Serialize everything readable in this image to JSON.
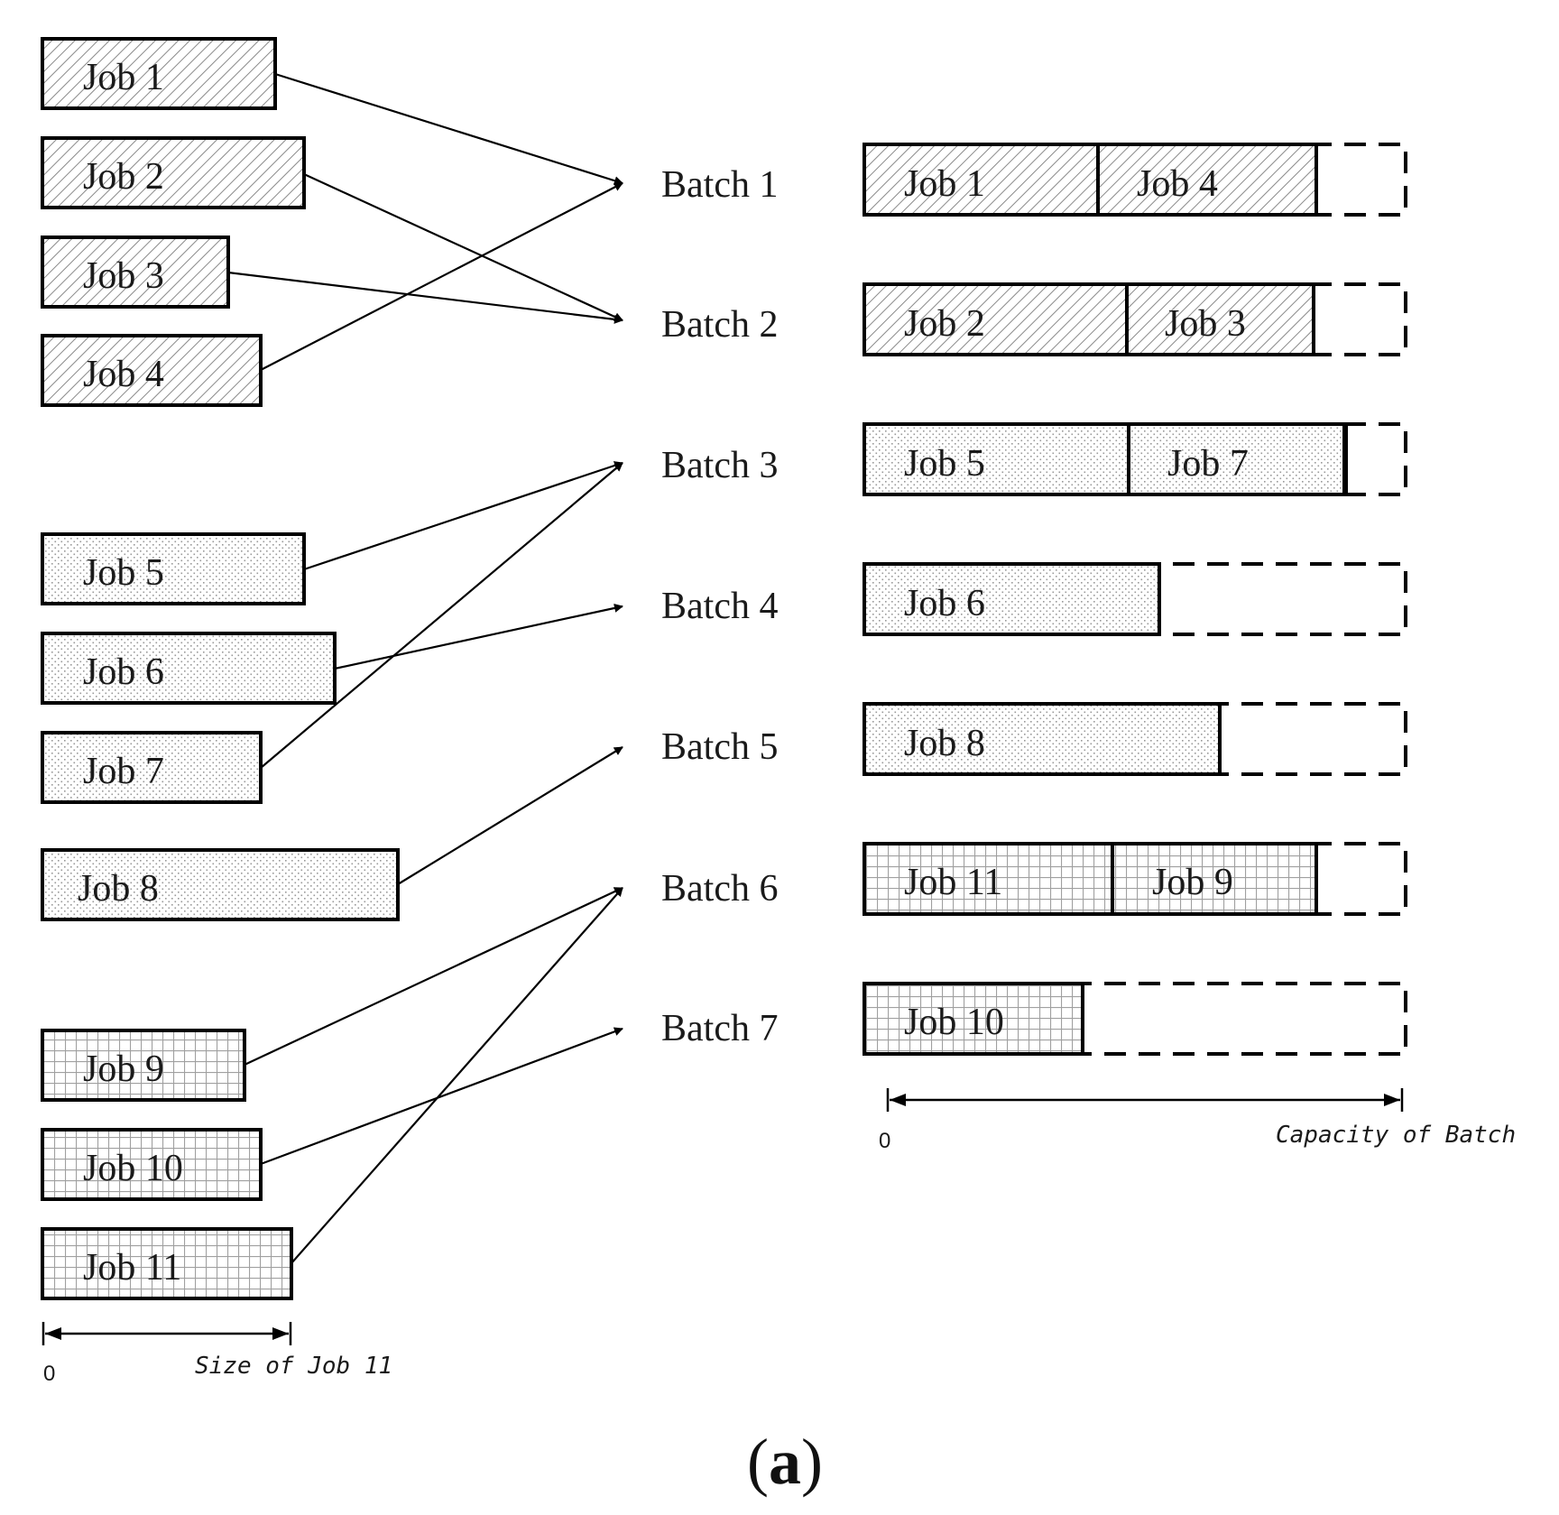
{
  "jobs": [
    {
      "id": "job-1",
      "label": "Job 1",
      "pattern": "hatch"
    },
    {
      "id": "job-2",
      "label": "Job 2",
      "pattern": "hatch"
    },
    {
      "id": "job-3",
      "label": "Job 3",
      "pattern": "hatch"
    },
    {
      "id": "job-4",
      "label": "Job 4",
      "pattern": "hatch"
    },
    {
      "id": "job-5",
      "label": "Job 5",
      "pattern": "dots"
    },
    {
      "id": "job-6",
      "label": "Job 6",
      "pattern": "dots"
    },
    {
      "id": "job-7",
      "label": "Job 7",
      "pattern": "dots"
    },
    {
      "id": "job-8",
      "label": "Job 8",
      "pattern": "dots"
    },
    {
      "id": "job-9",
      "label": "Job 9",
      "pattern": "grid"
    },
    {
      "id": "job-10",
      "label": "Job 10",
      "pattern": "grid"
    },
    {
      "id": "job-11",
      "label": "Job 11",
      "pattern": "grid"
    }
  ],
  "batches": [
    {
      "id": "batch-1",
      "label": "Batch 1",
      "contents": [
        {
          "label": "Job 1",
          "pattern": "hatch"
        },
        {
          "label": "Job 4",
          "pattern": "hatch"
        }
      ]
    },
    {
      "id": "batch-2",
      "label": "Batch 2",
      "contents": [
        {
          "label": "Job 2",
          "pattern": "hatch"
        },
        {
          "label": "Job 3",
          "pattern": "hatch"
        }
      ]
    },
    {
      "id": "batch-3",
      "label": "Batch 3",
      "contents": [
        {
          "label": "Job 5",
          "pattern": "dots"
        },
        {
          "label": "Job 7",
          "pattern": "dots"
        }
      ]
    },
    {
      "id": "batch-4",
      "label": "Batch 4",
      "contents": [
        {
          "label": "Job 6",
          "pattern": "dots"
        }
      ]
    },
    {
      "id": "batch-5",
      "label": "Batch 5",
      "contents": [
        {
          "label": "Job 8",
          "pattern": "dots"
        }
      ]
    },
    {
      "id": "batch-6",
      "label": "Batch 6",
      "contents": [
        {
          "label": "Job 11",
          "pattern": "grid"
        },
        {
          "label": "Job 9",
          "pattern": "grid"
        }
      ]
    },
    {
      "id": "batch-7",
      "label": "Batch 7",
      "contents": [
        {
          "label": "Job 10",
          "pattern": "grid"
        }
      ]
    }
  ],
  "assignments": [
    {
      "job": "job-1",
      "batch": "batch-1"
    },
    {
      "job": "job-2",
      "batch": "batch-2"
    },
    {
      "job": "job-3",
      "batch": "batch-2"
    },
    {
      "job": "job-4",
      "batch": "batch-1"
    },
    {
      "job": "job-5",
      "batch": "batch-3"
    },
    {
      "job": "job-6",
      "batch": "batch-4"
    },
    {
      "job": "job-7",
      "batch": "batch-3"
    },
    {
      "job": "job-8",
      "batch": "batch-5"
    },
    {
      "job": "job-9",
      "batch": "batch-6"
    },
    {
      "job": "job-10",
      "batch": "batch-7"
    },
    {
      "job": "job-11",
      "batch": "batch-6"
    }
  ],
  "job_scale": {
    "zero_label": "0",
    "end_label": "Size of Job 11"
  },
  "batch_scale": {
    "zero_label": "0",
    "end_label": "Capacity of Batch"
  },
  "caption": {
    "open": "(",
    "letter": "a",
    "close": ")"
  }
}
